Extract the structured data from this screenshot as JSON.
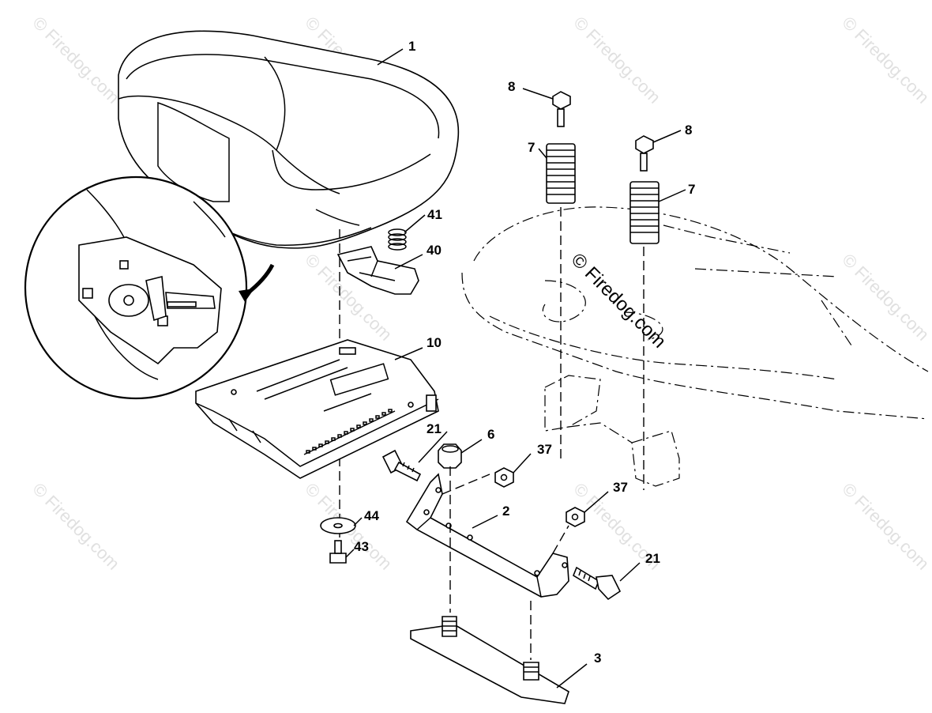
{
  "watermark": {
    "text": "© Firedog.com",
    "center_text": "© Firedog.com"
  },
  "labels": [
    {
      "id": "seat",
      "text": "1"
    },
    {
      "id": "bracket",
      "text": "2"
    },
    {
      "id": "plate",
      "text": "3"
    },
    {
      "id": "nut-6",
      "text": "6"
    },
    {
      "id": "spring-left",
      "text": "7"
    },
    {
      "id": "spring-right",
      "text": "7"
    },
    {
      "id": "bolt-8-left",
      "text": "8"
    },
    {
      "id": "bolt-8-right",
      "text": "8"
    },
    {
      "id": "seat-pan",
      "text": "10"
    },
    {
      "id": "bolt-21-left",
      "text": "21"
    },
    {
      "id": "bolt-21-right",
      "text": "21"
    },
    {
      "id": "nut-37-upper",
      "text": "37"
    },
    {
      "id": "nut-37-lower",
      "text": "37"
    },
    {
      "id": "clip-40",
      "text": "40"
    },
    {
      "id": "spring-41",
      "text": "41"
    },
    {
      "id": "bolt-43",
      "text": "43"
    },
    {
      "id": "washer-44",
      "text": "44"
    }
  ]
}
